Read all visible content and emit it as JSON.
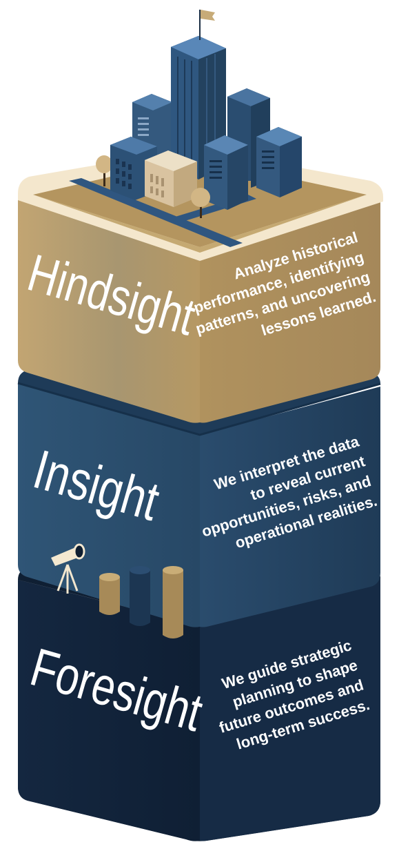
{
  "tiers": [
    {
      "title": "Hindsight",
      "lines": [
        "Analyze historical",
        "performance, identifying",
        "patterns, and uncovering",
        "lessons learned."
      ]
    },
    {
      "title": "Insight",
      "lines": [
        "We interpret the data",
        "to reveal current",
        "opportunities, risks, and",
        "operational realities."
      ]
    },
    {
      "title": "Foresight",
      "lines": [
        "We guide strategic",
        "planning to shape",
        "future outcomes and",
        "long-term success."
      ]
    }
  ],
  "colors": {
    "gold": "#b59a66",
    "gold_light": "#c9b186",
    "cream": "#f6ead2",
    "mid_blue": "#2f5273",
    "mid_blue_dark": "#1f3a55",
    "navy": "#13243a",
    "navy_dark": "#0c1a2b",
    "building_blue": "#3c6389",
    "building_dark": "#254766"
  }
}
